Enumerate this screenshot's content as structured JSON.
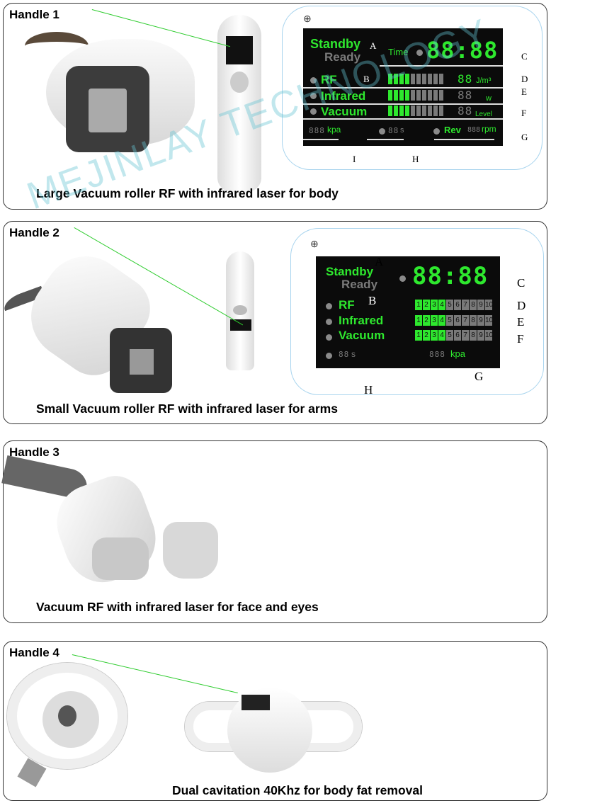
{
  "watermark": "MEJINLAY TECHNOLOGY",
  "handles": [
    {
      "title": "Handle 1",
      "caption": "Large Vacuum roller RF with infrared laser for body"
    },
    {
      "title": "Handle 2",
      "caption": "Small Vacuum roller RF with infrared laser for arms"
    },
    {
      "title": "Handle 3",
      "caption": "Vacuum RF with infrared laser for face and eyes"
    },
    {
      "title": "Handle 4",
      "caption": "Dual cavitation 40Khz for body fat removal"
    }
  ],
  "lcd1": {
    "standby": "Standby",
    "ready": "Ready",
    "time_label": "Time",
    "clock": "88:88",
    "rf": "RF",
    "infrared": "Infrared",
    "vacuum": "Vacuum",
    "rf_value": "88",
    "rf_unit": "J/m³",
    "ir_value": "88",
    "ir_unit": "w",
    "vac_value": "88",
    "vac_unit": "Level",
    "kpa_value": "888",
    "kpa_unit": "kpa",
    "sec_value": "88",
    "sec_unit": "s",
    "rev": "Rev",
    "rpm_value": "888",
    "rpm_unit": "rpm",
    "bar_level": 4,
    "bar_total": 10,
    "markers": [
      "A",
      "B",
      "C",
      "D",
      "E",
      "F",
      "G",
      "H",
      "I"
    ]
  },
  "lcd2": {
    "standby": "Standby",
    "ready": "Ready",
    "clock": "88:88",
    "rf": "RF",
    "infrared": "Infrared",
    "vacuum": "Vacuum",
    "levels": [
      "1",
      "2",
      "3",
      "4",
      "5",
      "6",
      "7",
      "8",
      "9",
      "10"
    ],
    "level_on": 4,
    "sec_value": "88",
    "sec_unit": "s",
    "kpa_value": "888",
    "kpa_unit": "kpa",
    "markers": [
      "A",
      "B",
      "C",
      "D",
      "E",
      "F",
      "G",
      "H"
    ]
  },
  "colors": {
    "lcd_green": "#2ee82e",
    "lcd_bg": "#0b0b0b",
    "bubble": "#a8d4ee"
  }
}
